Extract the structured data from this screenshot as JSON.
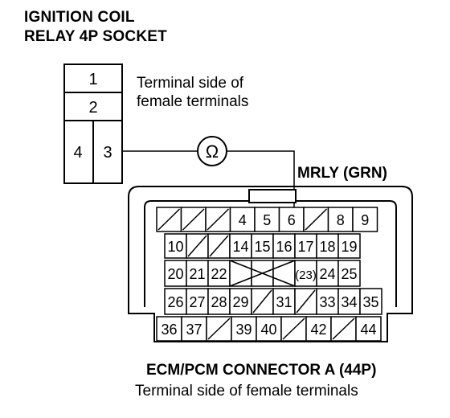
{
  "relay_socket": {
    "title_line1": "IGNITION COIL",
    "title_line2": "RELAY 4P SOCKET",
    "desc_line1": "Terminal side of",
    "desc_line2": "female terminals",
    "cells": [
      "1",
      "2",
      "4",
      "3"
    ]
  },
  "meter_symbol": "Ω",
  "wire_label": "MRLY (GRN)",
  "ecm_connector": {
    "title": "ECM/PCM CONNECTOR A (44P)",
    "desc": "Terminal side of female terminals",
    "rows": [
      [
        "",
        "",
        "",
        "4",
        "5",
        "6",
        "",
        "8",
        "9"
      ],
      [
        "10",
        "",
        "",
        "14",
        "15",
        "16",
        "17",
        "18",
        "19"
      ],
      [
        "20",
        "21",
        "22",
        "",
        "",
        "",
        "(23)",
        "24",
        "25"
      ],
      [
        "26",
        "27",
        "28",
        "29",
        "",
        "31",
        "",
        "33",
        "34",
        "35"
      ],
      [
        "36",
        "37",
        "",
        "39",
        "40",
        "",
        "42",
        "",
        "44"
      ]
    ]
  }
}
